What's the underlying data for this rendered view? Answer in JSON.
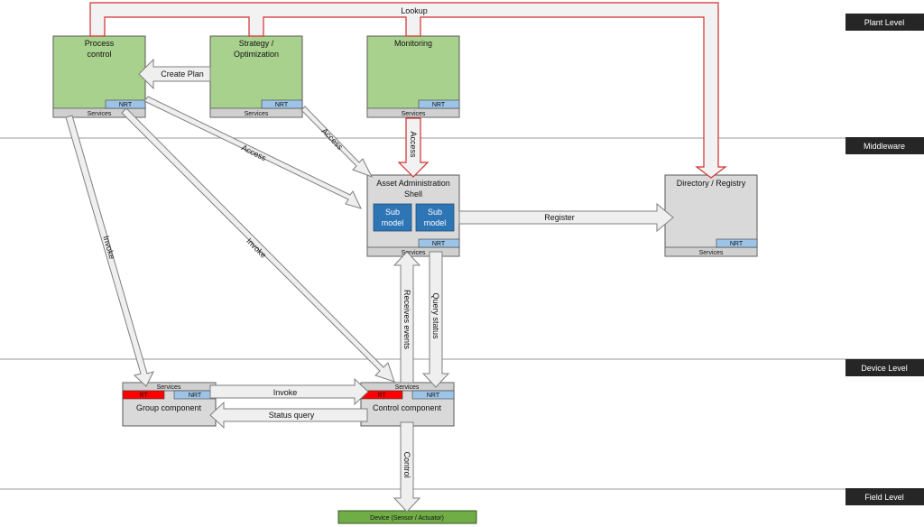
{
  "levels": {
    "plant": "Plant Level",
    "middleware": "Middleware",
    "device": "Device Level",
    "field": "Field Level"
  },
  "boxes": {
    "process_control": {
      "title1": "Process",
      "title2": "control",
      "services": "Services",
      "nrt": "NRT"
    },
    "strategy": {
      "title1": "Strategy /",
      "title2": "Optimization",
      "services": "Services",
      "nrt": "NRT"
    },
    "monitoring": {
      "title": "Monitoring",
      "services": "Services",
      "nrt": "NRT"
    },
    "aas": {
      "title1": "Asset Administration",
      "title2": "Shell",
      "sub1a": "Sub",
      "sub1b": "model",
      "sub2a": "Sub",
      "sub2b": "model",
      "services": "Services",
      "nrt": "NRT"
    },
    "directory": {
      "title": "Directory / Registry",
      "services": "Services",
      "nrt": "NRT"
    },
    "group": {
      "title": "Group component",
      "services": "Services",
      "rt": "RT",
      "nrt": "NRT"
    },
    "control": {
      "title": "Control component",
      "services": "Services",
      "rt": "RT",
      "nrt": "NRT"
    },
    "device": {
      "title": "Device (Sensor / Actuator)"
    }
  },
  "arrows": {
    "lookup": "Lookup",
    "create_plan": "Create Plan",
    "access_strategy": "Access",
    "access_process": "Access",
    "access_monitoring": "Access",
    "register": "Register",
    "invoke_left": "Invoke",
    "invoke_diag": "Invoke",
    "receives_events": "Receives events",
    "query_status": "Query status",
    "invoke_group": "Invoke",
    "status_query": "Status query",
    "control": "Control"
  },
  "colors": {
    "plant_box": "#a9d18e",
    "middleware_box": "#d9d9d9",
    "nrt": "#9dc3e6",
    "rt": "#ff0000",
    "submodel": "#2e75b6",
    "field_device": "#70ad47",
    "lookup_border": "#d03030",
    "level_tag": "#262626"
  }
}
